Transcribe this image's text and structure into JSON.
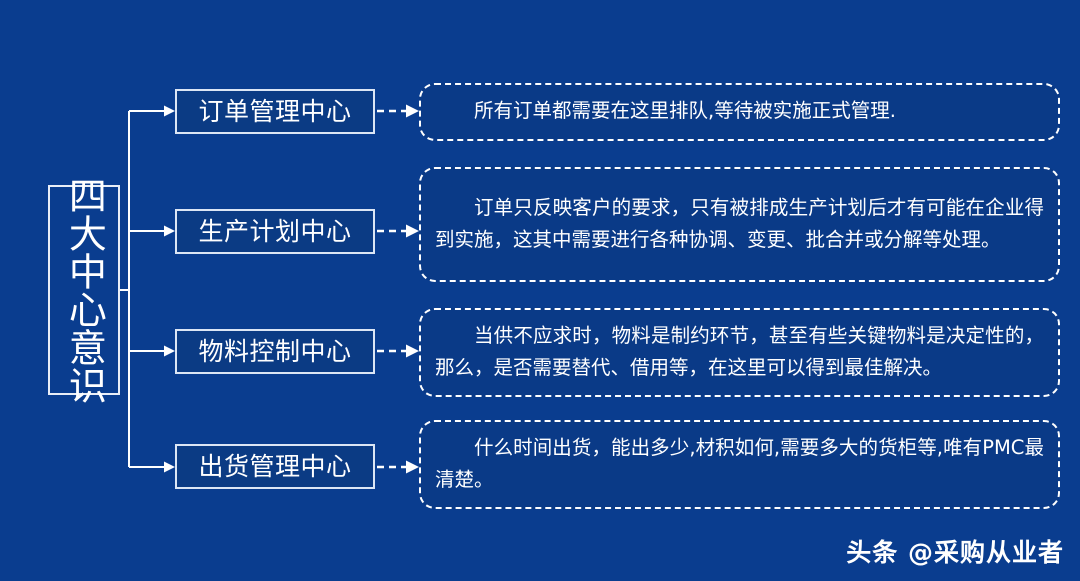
{
  "theme": {
    "background_color": "#0a3d8f",
    "line_color": "#ffffff",
    "text_color": "#ffffff",
    "node_border_color": "#dce6f5",
    "node_fill_color": "#0b3b84",
    "desc_border_color": "#ffffff"
  },
  "root": {
    "label": "四大中心意识"
  },
  "nodes": [
    {
      "label": "订单管理中心"
    },
    {
      "label": "生产计划中心"
    },
    {
      "label": "物料控制中心"
    },
    {
      "label": "出货管理中心"
    }
  ],
  "descriptions": [
    {
      "text": "所有订单都需要在这里排队,等待被实施正式管理."
    },
    {
      "text": "订单只反映客户的要求，只有被排成生产计划后才有可能在企业得到实施，这其中需要进行各种协调、变更、批合并或分解等处理。"
    },
    {
      "text": "当供不应求时，物料是制约环节，甚至有些关键物料是决定性的，那么，是否需要替代、借用等，在这里可以得到最佳解决。"
    },
    {
      "text": "什么时间出货，能出多少,材积如何,需要多大的货柜等,唯有PMC最清楚。"
    }
  ],
  "watermark": {
    "text": "头条 @采购从业者"
  }
}
